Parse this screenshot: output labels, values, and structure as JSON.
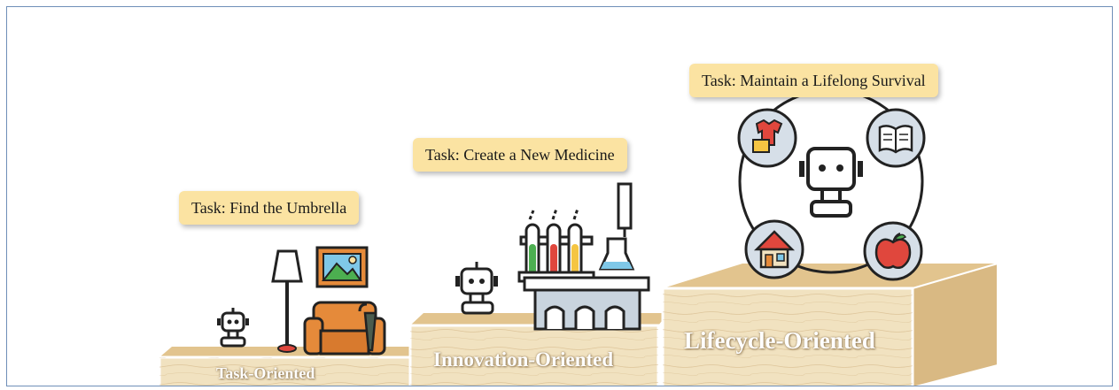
{
  "diagram": {
    "steps": [
      {
        "name": "Task-Oriented",
        "task": "Task: Find the Umbrella"
      },
      {
        "name": "Innovation-Oriented",
        "task": "Task: Create a New Medicine"
      },
      {
        "name": "Lifecycle-Oriented",
        "task": "Task: Maintain a Lifelong Survival"
      }
    ],
    "colors": {
      "label_bg": "#fbe3a2",
      "wood_top": "#e2c48e",
      "wood_front": "#f1e2c0",
      "wood_side": "#d9b983",
      "frame_border": "#6f8fb8",
      "sofa": "#e58a3a",
      "icon_circle_fill": "#d6dfe8"
    },
    "icons": [
      "robot-icon",
      "floor-lamp-icon",
      "picture-frame-icon",
      "sofa-icon",
      "umbrella-icon",
      "test-tubes-icon",
      "flask-icon",
      "lab-bench-icon",
      "clothes-icon",
      "book-icon",
      "house-icon",
      "apple-icon"
    ]
  }
}
